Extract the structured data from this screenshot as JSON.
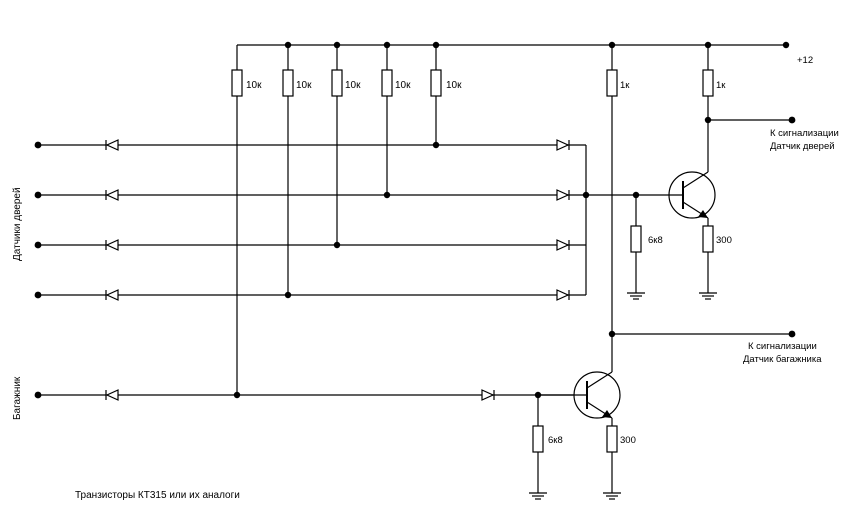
{
  "power": {
    "label": "+12"
  },
  "pullup_resistors": [
    {
      "value": "10к"
    },
    {
      "value": "10к"
    },
    {
      "value": "10к"
    },
    {
      "value": "10к"
    },
    {
      "value": "10к"
    }
  ],
  "upper_stage": {
    "collector_resistor": "1к",
    "base_resistor": "6к8",
    "emitter_resistor": "300",
    "output_label_line1": "К сигнализации",
    "output_label_line2": "Датчик дверей"
  },
  "lower_stage": {
    "collector_resistor": "1к",
    "base_resistor": "6к8",
    "emitter_resistor": "300",
    "output_label_line1": "К сигнализации",
    "output_label_line2": "Датчик багажника"
  },
  "inputs": {
    "doors_label": "Датчики дверей",
    "trunk_label": "Багажник"
  },
  "note": "Транзисторы КТ315 или их аналоги"
}
